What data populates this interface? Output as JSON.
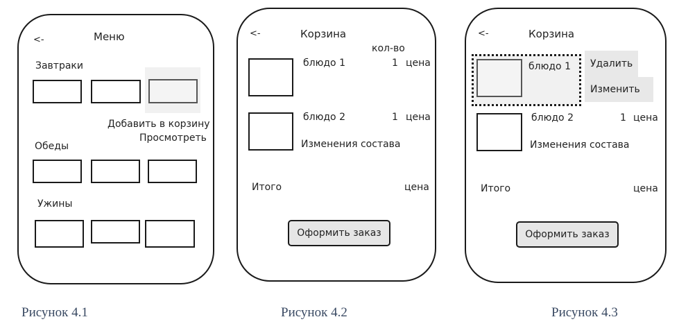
{
  "screen1": {
    "back": "<-",
    "title": "Меню",
    "section_breakfast": "Завтраки",
    "section_lunch": "Обеды",
    "section_dinner": "Ужины",
    "popup_add": "Добавить в корзину",
    "popup_view": "Просмотреть",
    "caption": "Рисунок 4.1"
  },
  "screen2": {
    "back": "<-",
    "title": "Корзина",
    "qty_header": "кол-во",
    "items": [
      {
        "name": "блюдо 1",
        "qty": "1",
        "price": "цена"
      },
      {
        "name": "блюдо 2",
        "qty": "1",
        "price": "цена"
      }
    ],
    "change_composition": "Изменения состава",
    "total_label": "Итого",
    "total_price": "цена",
    "checkout": "Оформить заказ",
    "caption": "Рисунок 4.2"
  },
  "screen3": {
    "back": "<-",
    "title": "Корзина",
    "items": [
      {
        "name": "блюдо 1"
      },
      {
        "name": "блюдо 2",
        "qty": "1",
        "price": "цена"
      }
    ],
    "menu_delete": "Удалить",
    "menu_edit": "Изменить",
    "change_composition": "Изменения состава",
    "total_label": "Итого",
    "total_price": "цена",
    "checkout": "Оформить заказ",
    "caption": "Рисунок 4.3"
  }
}
